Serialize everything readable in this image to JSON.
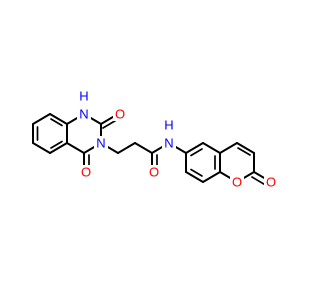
{
  "molecule": {
    "colors": {
      "bond": "#000000",
      "oxygen": "#ff0000",
      "nitrogen": "#0000ff",
      "background": "#ffffff"
    },
    "atom_labels": {
      "ring_nh_h": "H",
      "ring_nh_n": "N",
      "amide_nh_h": "H",
      "amide_nh_n": "N",
      "ring_n": "N",
      "o_quin_c2": "O",
      "o_quin_c4": "O",
      "o_amide": "O",
      "o_coumarin_ring": "O",
      "o_coumarin_carbonyl": "O"
    }
  }
}
